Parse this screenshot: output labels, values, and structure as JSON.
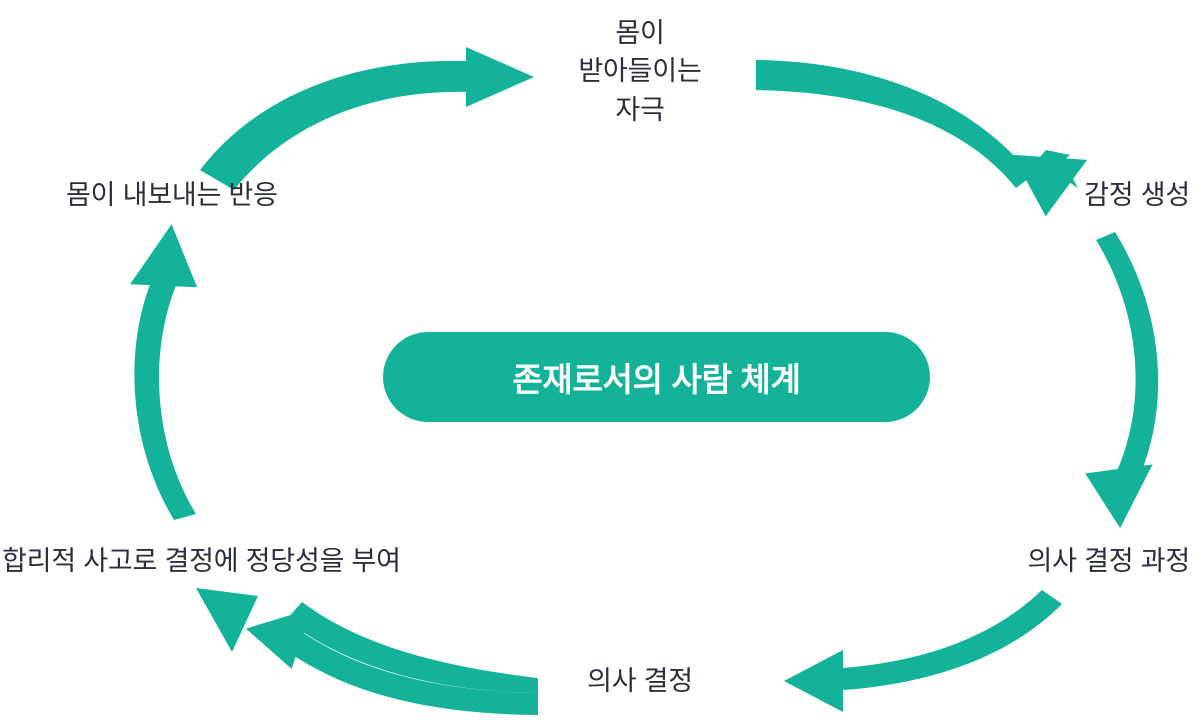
{
  "diagram": {
    "type": "cycle",
    "title": "존재로서의 사람 체계",
    "accent_color": "#13b299",
    "label_color": "#2b2e3b",
    "background_color": "#ffffff",
    "center": {
      "label": "존재로서의 사람 체계",
      "shape": "pill"
    },
    "nodes": [
      {
        "id": "stimulus",
        "position": "top",
        "label": "몸이\n받아들이는\n자극",
        "lines": [
          "몸이",
          "받아들이는",
          "자극"
        ]
      },
      {
        "id": "emotion",
        "position": "right-upper",
        "label": "감정 생성",
        "lines": [
          "감정 생성"
        ]
      },
      {
        "id": "decision-process",
        "position": "right-lower",
        "label": "의사 결정 과정",
        "lines": [
          "의사 결정 과정"
        ]
      },
      {
        "id": "decision",
        "position": "bottom",
        "label": "의사 결정",
        "lines": [
          "의사 결정"
        ]
      },
      {
        "id": "rationalization",
        "position": "left-lower",
        "label": "합리적 사고로 결정에 정당성을 부여",
        "lines": [
          "합리적 사고로 결정에 정당성을 부여"
        ]
      },
      {
        "id": "response",
        "position": "left-upper",
        "label": "몸이 내보내는 반응",
        "lines": [
          "몸이 내보내는 반응"
        ]
      }
    ],
    "arrows": [
      {
        "id": "arrow-response-to-stimulus",
        "from": "response",
        "to": "stimulus",
        "direction": "clockwise",
        "region": "top-left"
      },
      {
        "id": "arrow-stimulus-to-emotion",
        "from": "stimulus",
        "to": "emotion",
        "direction": "clockwise",
        "region": "top-right"
      },
      {
        "id": "arrow-emotion-to-decision-process",
        "from": "emotion",
        "to": "decision-process",
        "direction": "clockwise",
        "region": "right"
      },
      {
        "id": "arrow-decision-process-to-decision",
        "from": "decision-process",
        "to": "decision",
        "direction": "clockwise",
        "region": "bottom-right"
      },
      {
        "id": "arrow-decision-to-rationalization",
        "from": "decision",
        "to": "rationalization",
        "direction": "clockwise",
        "region": "bottom-left"
      },
      {
        "id": "arrow-rationalization-to-response",
        "from": "rationalization",
        "to": "response",
        "direction": "clockwise",
        "region": "left"
      }
    ]
  }
}
